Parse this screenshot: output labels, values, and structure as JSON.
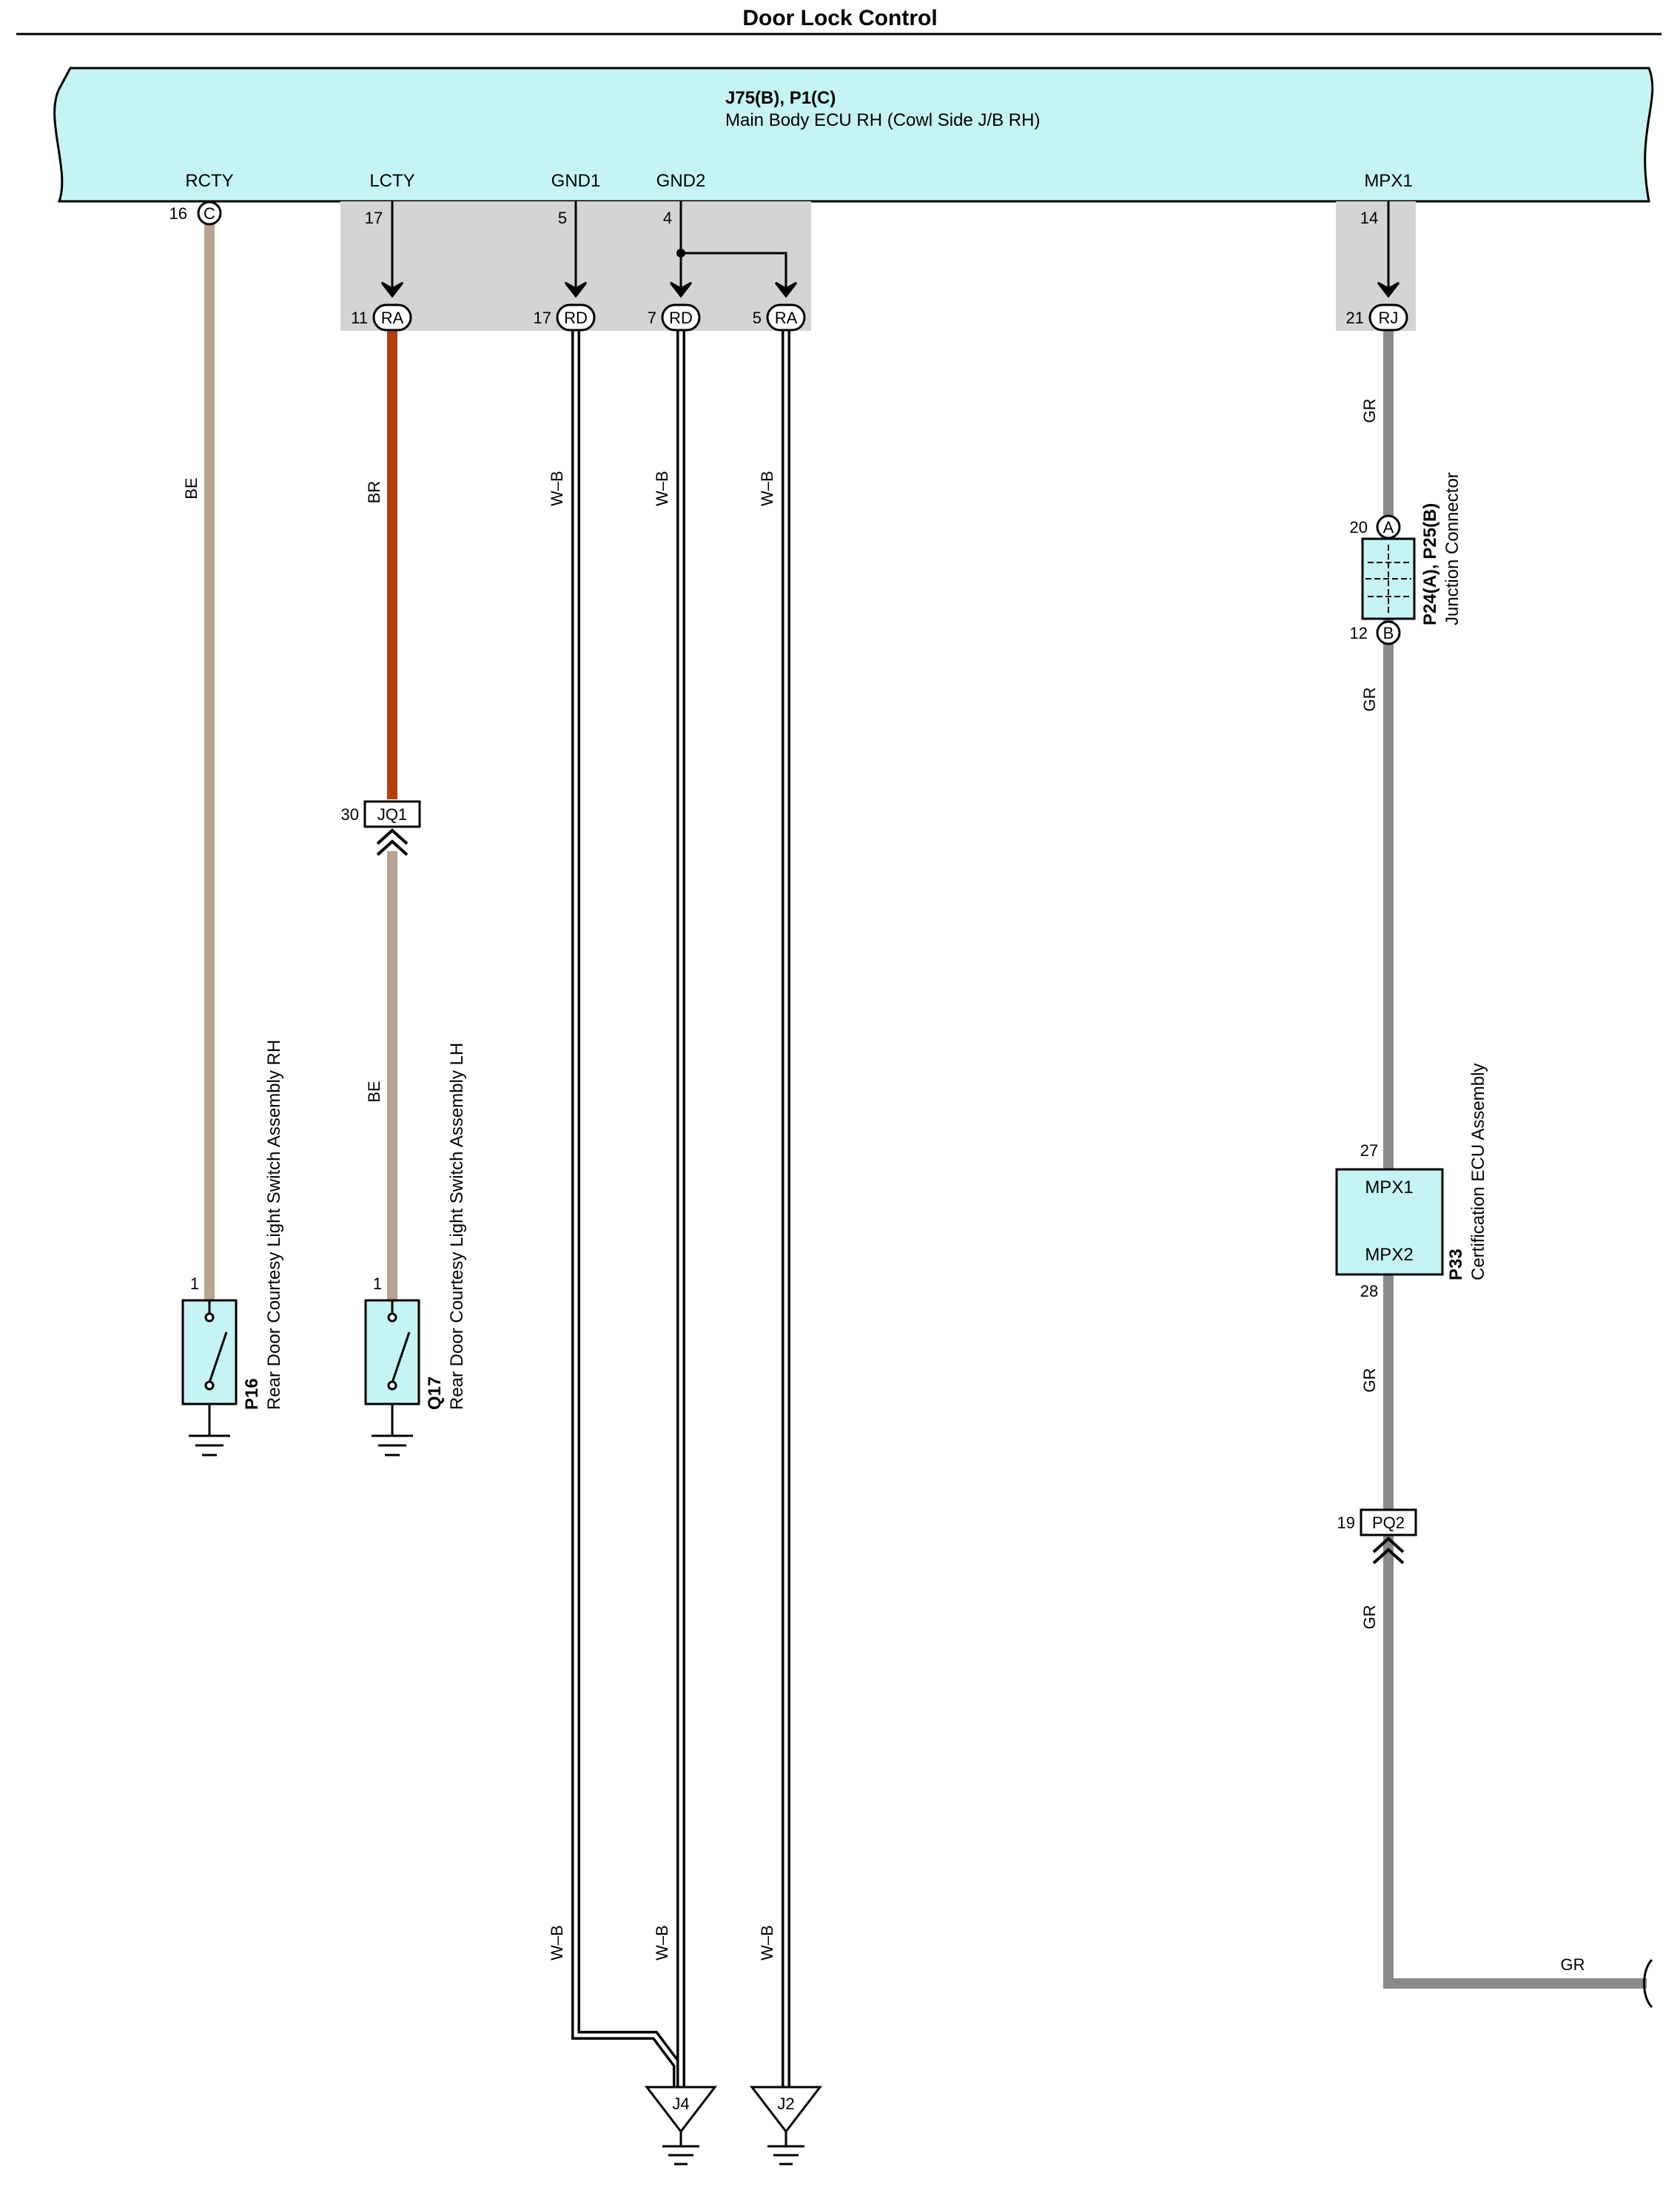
{
  "title": "Door Lock Control",
  "ecu": {
    "connector": "J75(B), P1(C)",
    "name": "Main Body ECU RH (Cowl Side J/B RH)",
    "terminals": [
      "RCTY",
      "LCTY",
      "GND1",
      "GND2",
      "MPX1"
    ]
  },
  "pins": {
    "rcty": "16",
    "rcty_conn": "C",
    "lcty": "17",
    "gnd1": "5",
    "gnd2": "4",
    "mpx1": "14",
    "ra11": "11",
    "rd17": "17",
    "rd7": "7",
    "ra5": "5",
    "rj21": "21",
    "ra": "RA",
    "rd": "RD",
    "rj": "RJ"
  },
  "wires": {
    "be": "BE",
    "br": "BR",
    "wb": "W–B",
    "gr": "GR"
  },
  "colors": {
    "ecu_fill": "#c6f4f4",
    "junction_gray": "#d4d4d4",
    "beige": "#b9a38f",
    "brown": "#b33f10",
    "gray": "#8a8a8a",
    "black": "#000000"
  },
  "jq1": {
    "pin": "30",
    "name": "JQ1"
  },
  "pq2": {
    "pin": "19",
    "name": "PQ2"
  },
  "p24": {
    "pin_a": "20",
    "conn_a": "A",
    "pin_b": "12",
    "conn_b": "B",
    "code": "P24(A), P25(B)",
    "name": "Junction Connector"
  },
  "p33": {
    "pin_27": "27",
    "pin_28": "28",
    "term1": "MPX1",
    "term2": "MPX2",
    "code": "P33",
    "name": "Certification ECU Assembly"
  },
  "p16": {
    "pin": "1",
    "code": "P16",
    "name": "Rear Door Courtesy Light Switch Assembly RH"
  },
  "q17": {
    "pin": "1",
    "code": "Q17",
    "name": "Rear Door Courtesy Light Switch Assembly LH"
  },
  "grounds": {
    "j4": "J4",
    "j2": "J2"
  }
}
